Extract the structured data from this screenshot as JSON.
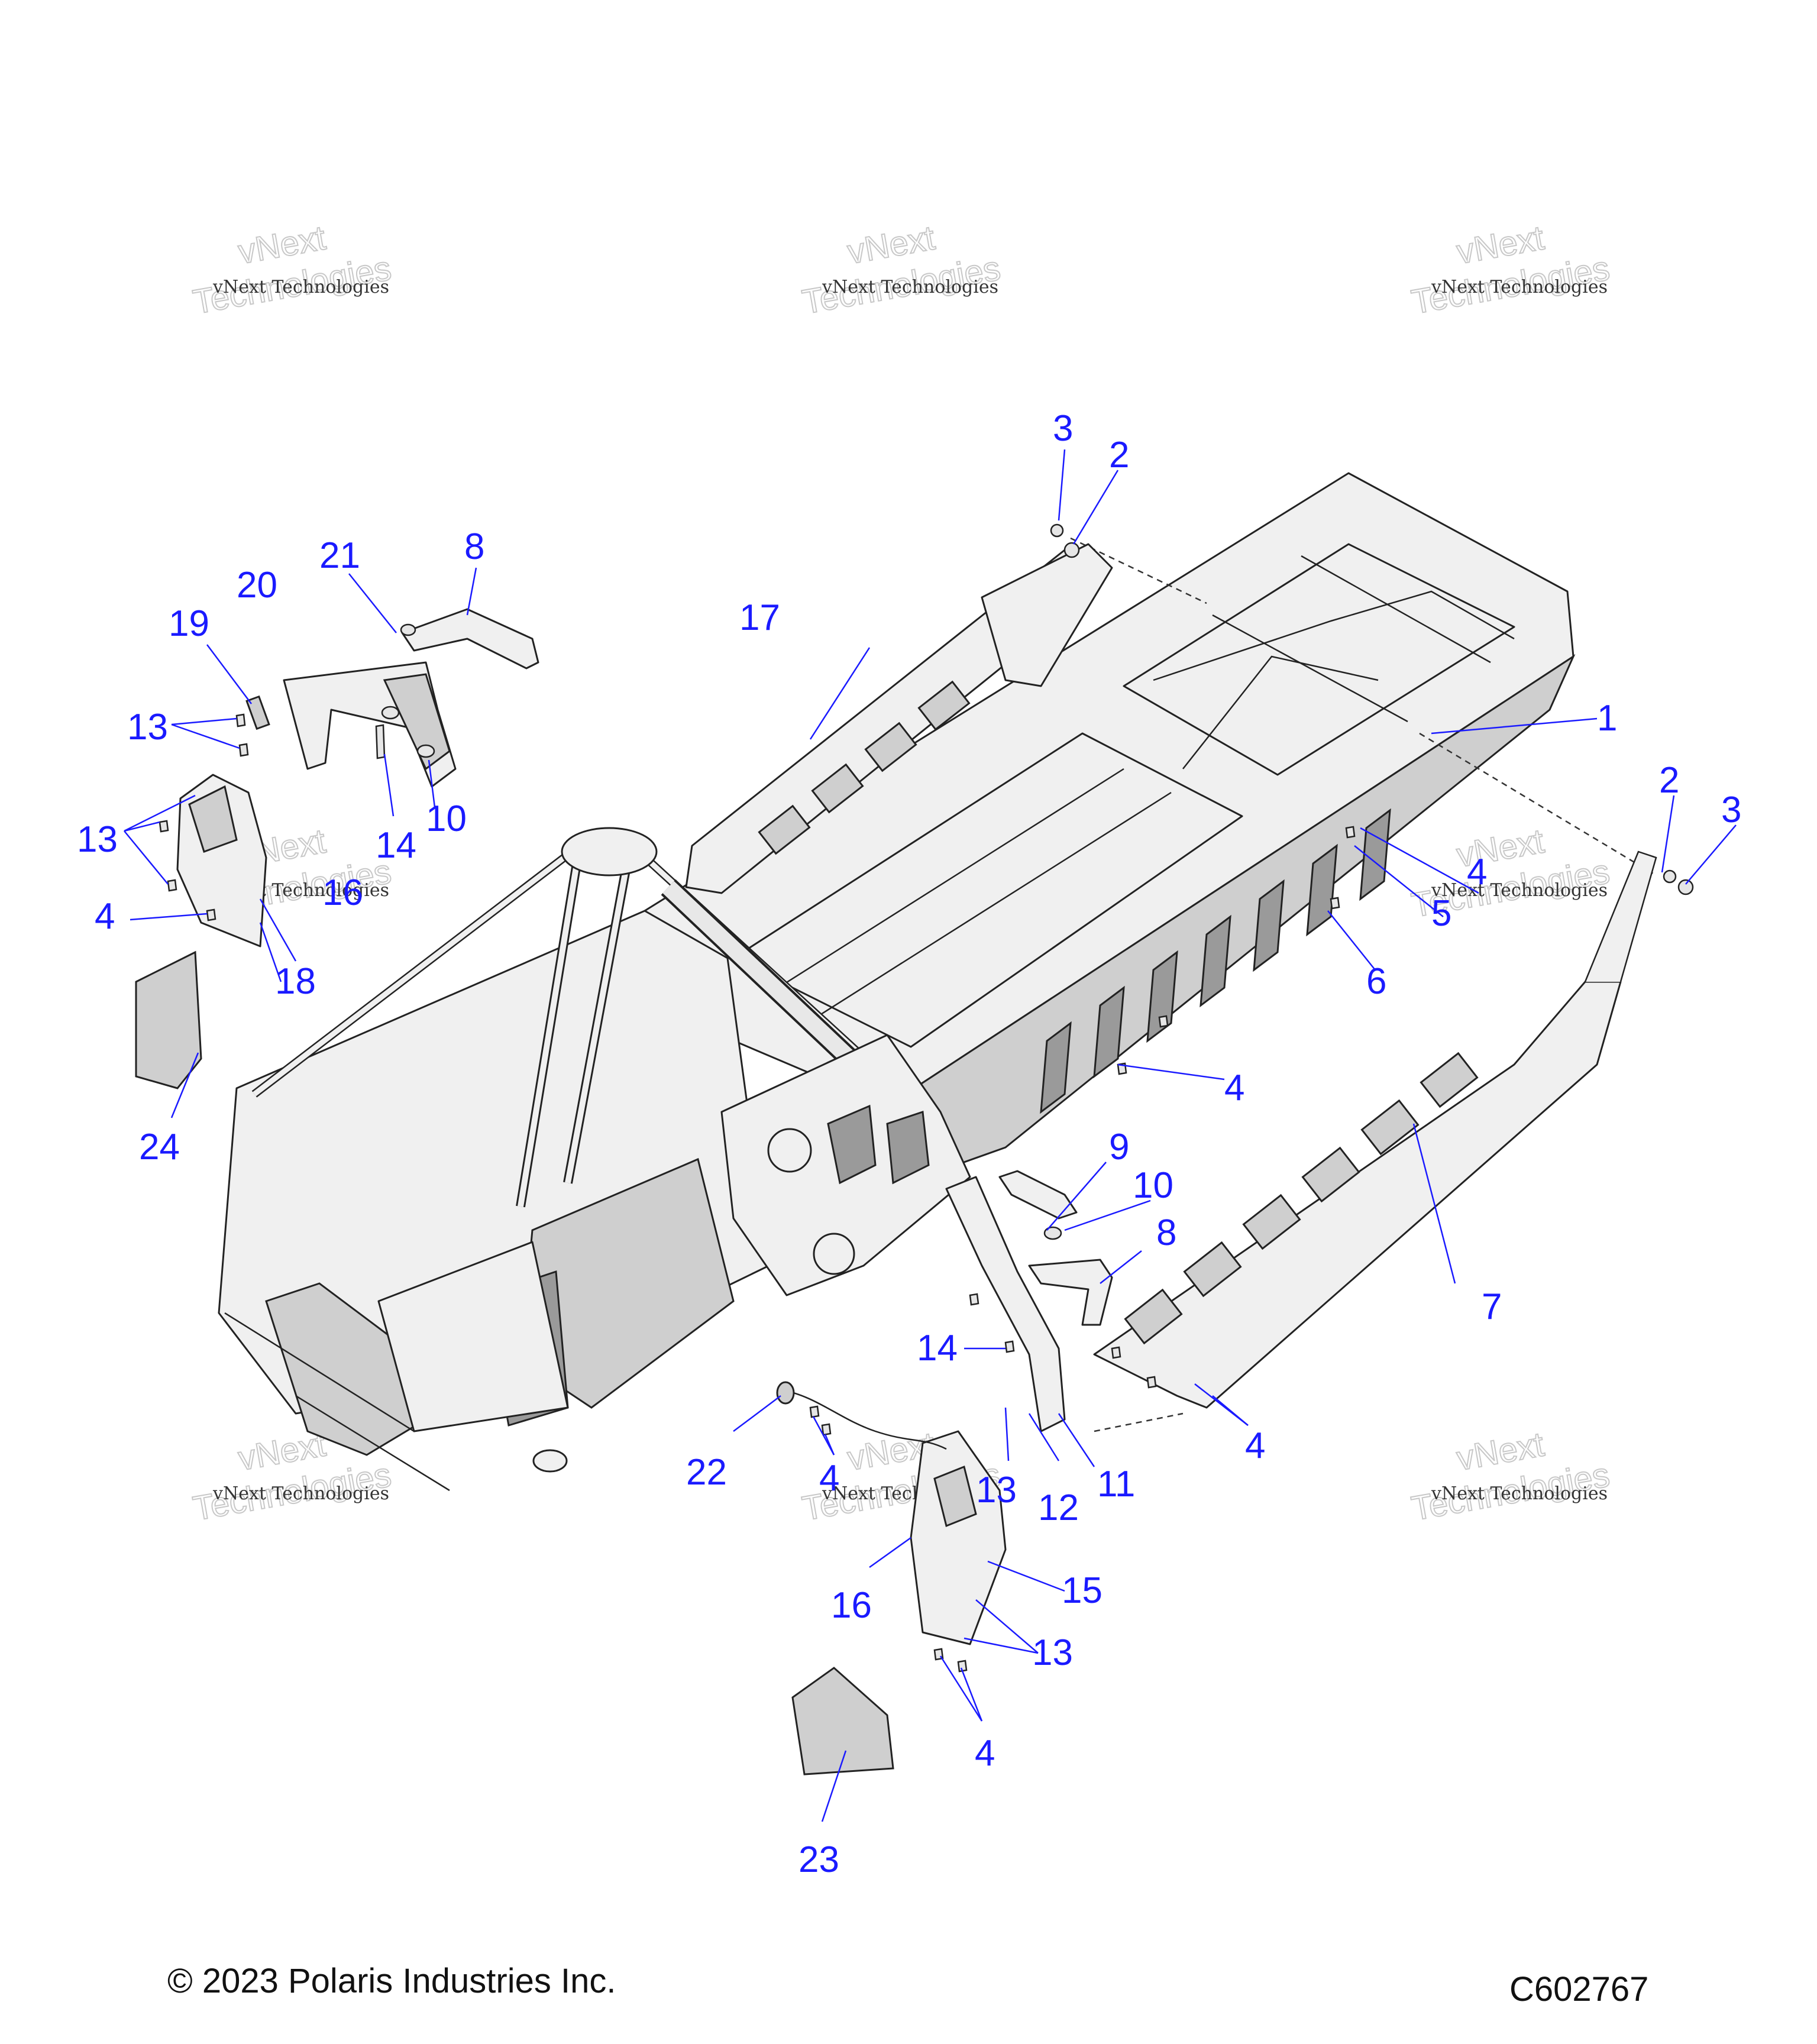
{
  "watermark": {
    "line1": "vNext Technologies",
    "line2": "vNext",
    "line3": "Technologies"
  },
  "callouts": {
    "c1": "1",
    "c2a": "2",
    "c2b": "2",
    "c3a": "3",
    "c3b": "3",
    "c4a": "4",
    "c4b": "4",
    "c4c": "4",
    "c4d": "4",
    "c4e": "4",
    "c4f": "4",
    "c5": "5",
    "c6": "6",
    "c7": "7",
    "c8a": "8",
    "c8b": "8",
    "c9": "9",
    "c10a": "10",
    "c10b": "10",
    "c11": "11",
    "c12": "12",
    "c13a": "13",
    "c13b": "13",
    "c13c": "13",
    "c13d": "13",
    "c14a": "14",
    "c14b": "14",
    "c15": "15",
    "c16a": "16",
    "c16b": "16",
    "c17": "17",
    "c18": "18",
    "c19": "19",
    "c20": "20",
    "c21": "21",
    "c22": "22",
    "c23": "23",
    "c24": "24"
  },
  "footer": {
    "copyright": "© 2023 Polaris Industries Inc.",
    "figure_code": "C602767"
  },
  "colors": {
    "callout": "#1a1aff",
    "outline": "#222222",
    "part_fill": "#f0f0f0",
    "shade": "#9a9a9a"
  }
}
